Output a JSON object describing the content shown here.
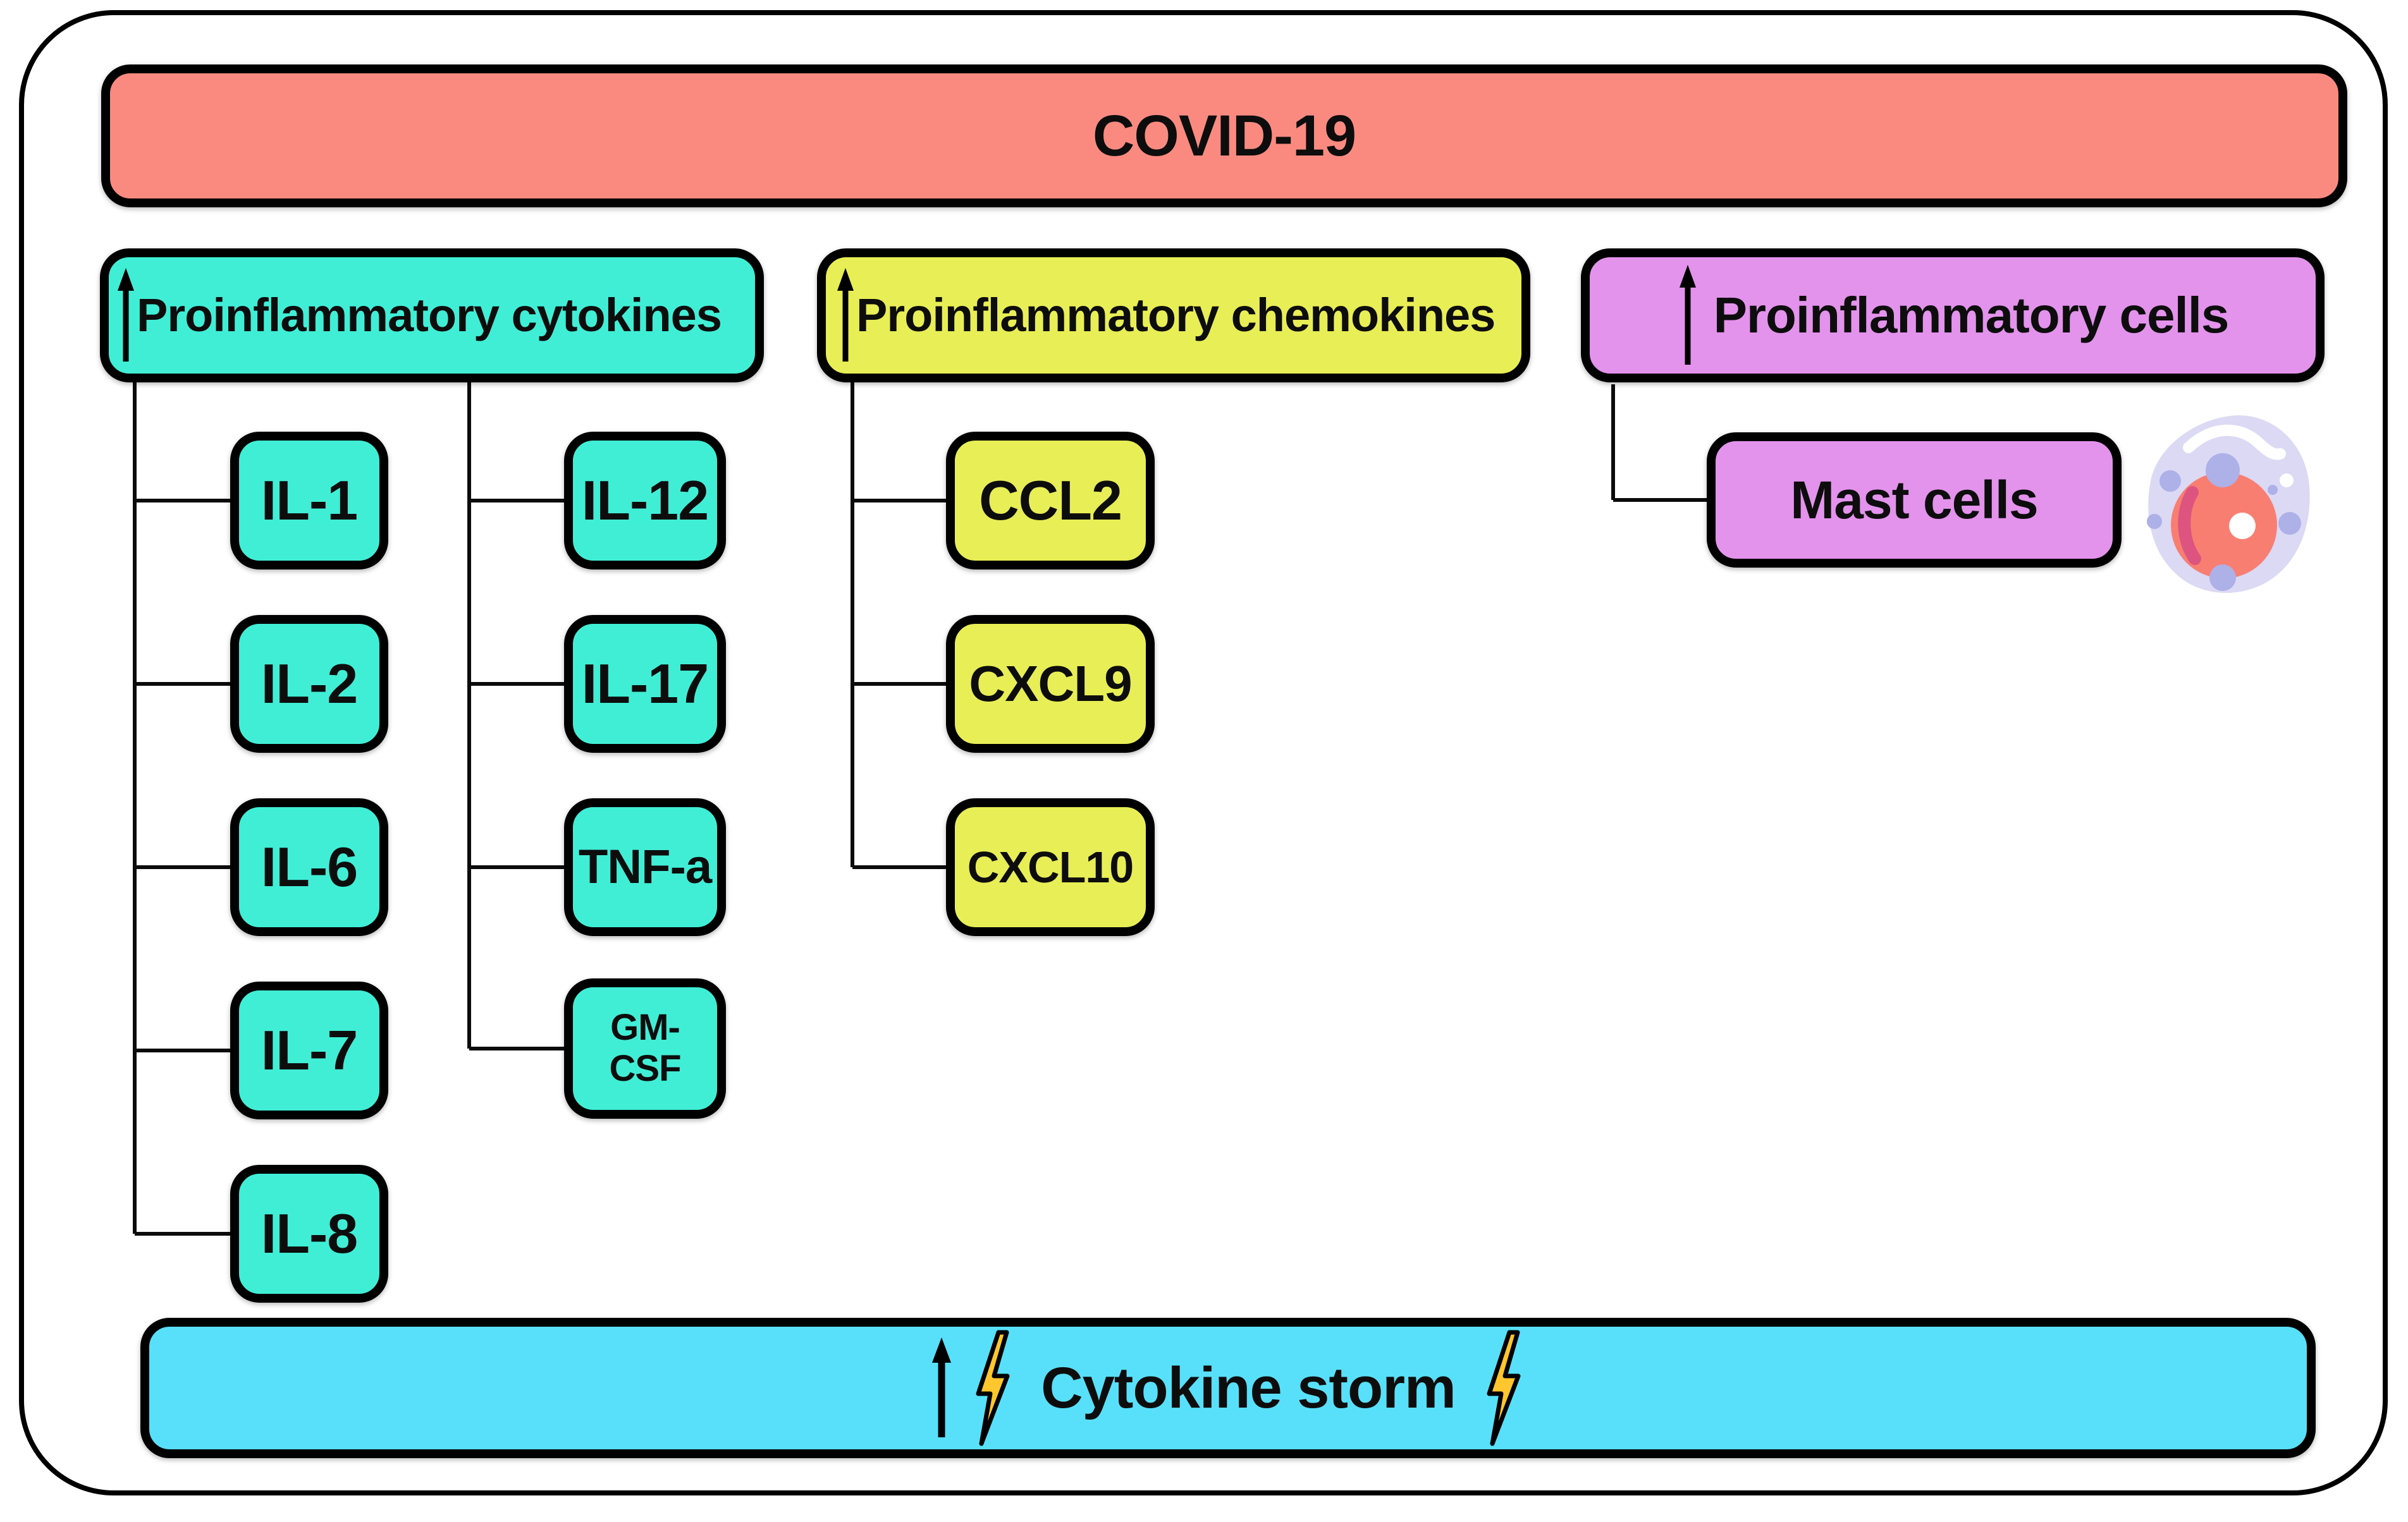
{
  "figure": {
    "title": "COVID-19"
  },
  "colors": {
    "covid_banner": "#FA8A80",
    "cytokines_fill": "#40EED6",
    "chemokines_fill": "#E8EE55",
    "cells_fill": "#E393EC",
    "storm_banner": "#58E0FA",
    "bolt_fill": "#FFC62E",
    "outline": "#000000",
    "cell_body": "#DBD9F4",
    "cell_nucleus": "#F97E72",
    "cell_granule": "#AEB0E8",
    "cell_crescent": "#DD5480"
  },
  "icons": {
    "header_arrow": "up-arrow-icon",
    "storm_arrow": "up-arrow-icon",
    "storm_bolts": [
      "lightning-bolt-icon",
      "lightning-bolt-icon"
    ],
    "cells_illustration": "mast-cell-icon"
  },
  "sections": [
    {
      "id": "cytokines",
      "label": "Proinflammatory cytokines",
      "direction": "increase",
      "columns": [
        [
          "IL-1",
          "IL-2",
          "IL-6",
          "IL-7",
          "IL-8"
        ],
        [
          "IL-12",
          "IL-17",
          "TNF-a",
          [
            "GM-",
            "CSF"
          ]
        ]
      ]
    },
    {
      "id": "chemokines",
      "label": "Proinflammatory chemokines",
      "direction": "increase",
      "columns": [
        [
          "CCL2",
          "CXCL9",
          "CXCL10"
        ]
      ]
    },
    {
      "id": "cells",
      "label": "Proinflammatory cells",
      "direction": "increase",
      "columns": [
        [
          "Mast cells"
        ]
      ]
    }
  ],
  "storm": {
    "label": "Cytokine storm",
    "direction": "increase"
  }
}
